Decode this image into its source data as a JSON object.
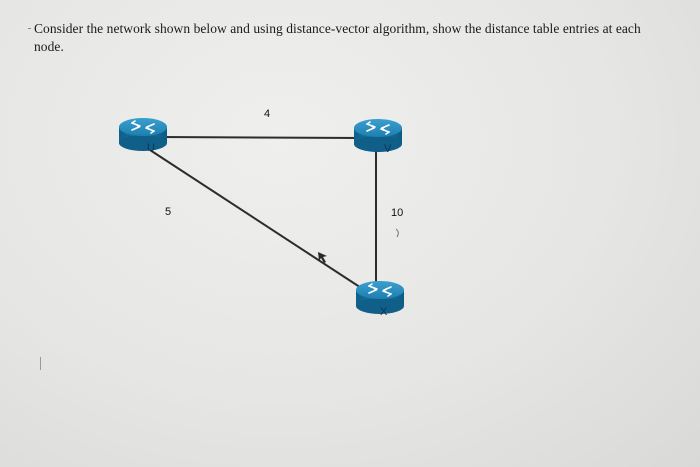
{
  "question": "Consider the network shown below and using distance-vector algorithm, show the distance table entries at each node.",
  "diagram": {
    "nodes": [
      {
        "id": "U",
        "label": "U"
      },
      {
        "id": "V",
        "label": "V"
      },
      {
        "id": "X",
        "label": "X"
      }
    ],
    "links": [
      {
        "from": "U",
        "to": "V",
        "cost": "4"
      },
      {
        "from": "U",
        "to": "X",
        "cost": "5"
      },
      {
        "from": "V",
        "to": "X",
        "cost": "10"
      }
    ]
  }
}
